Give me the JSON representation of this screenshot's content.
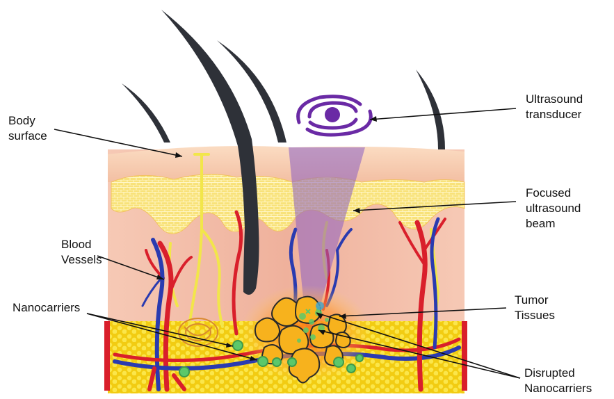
{
  "labels": {
    "body_surface": [
      "Body",
      "surface"
    ],
    "blood_vessels": [
      "Blood",
      "Vessels"
    ],
    "nanocarriers": [
      "Nanocarriers"
    ],
    "ultrasound_transducer": [
      "Ultrasound",
      "transducer"
    ],
    "focused_beam": [
      "Focused",
      "ultrasound",
      "beam"
    ],
    "tumor_tissues": [
      "Tumor",
      "Tissues"
    ],
    "disrupted_nanocarriers": [
      "Disrupted",
      "Nanocarriers"
    ]
  },
  "colors": {
    "skin_top": "#f6c9a8",
    "dermis": "#f0b8a4",
    "epidermis_pattern": "#f8e27a",
    "fat_layer": "#f6d61a",
    "artery": "#d91f2b",
    "vein": "#2a3bb0",
    "nerve": "#f2e64a",
    "hair": "#2e3138",
    "transducer": "#6a2aa5",
    "beam": "#8a5fc2",
    "tumor": "#f7b21d",
    "tumor_glow": "#ff7a1a",
    "nanocarrier": "#5cc86a"
  }
}
